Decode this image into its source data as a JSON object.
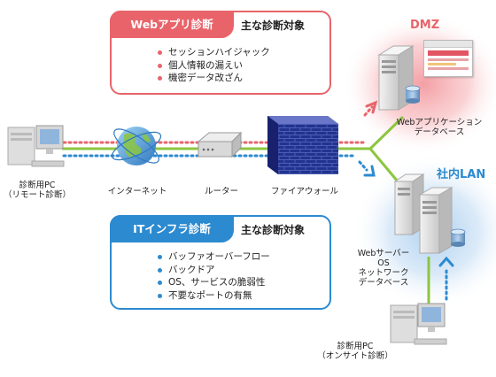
{
  "web_box": {
    "title": "Webアプリ診断",
    "targets_label": "主な診断対象",
    "items": [
      "セッションハイジャック",
      "個人情報の漏えい",
      "機密データ改ざん"
    ]
  },
  "it_box": {
    "title": "ITインフラ診断",
    "targets_label": "主な診断対象",
    "items": [
      "バッファオーバーフロー",
      "バックドア",
      "OS、サービスの脆弱性",
      "不要なポートの有無"
    ]
  },
  "zones": {
    "dmz": "DMZ",
    "lan": "社内LAN"
  },
  "nodes": {
    "pc_remote": [
      "診断用PC",
      "（リモート診断）"
    ],
    "internet": "インターネット",
    "router": "ルーター",
    "firewall": "ファイアウォール",
    "web_server": [
      "Webアプリケーション",
      "データベース"
    ],
    "lan_servers": [
      "Webサーバー",
      "OS",
      "ネットワーク",
      "データベース"
    ],
    "pc_onsite": [
      "診断用PC",
      "（オンサイト診断）"
    ]
  },
  "colors": {
    "web_accent": "#e8646a",
    "it_accent": "#2c8ad0",
    "link_line": "#8cc63f",
    "firewall": "#1f2f8f"
  }
}
